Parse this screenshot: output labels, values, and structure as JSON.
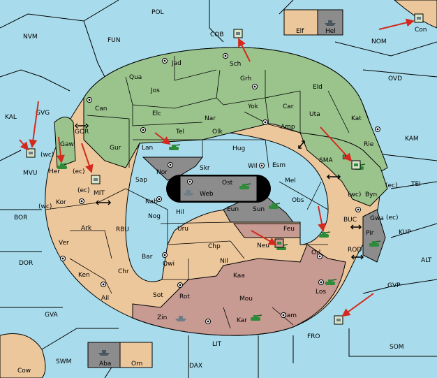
{
  "colors": {
    "sea": "#a8dcec",
    "neutral_land": "#ecc79c",
    "power_green": "#9bc48d",
    "power_red": "#c79a92",
    "power_grey": "#8c8c8c",
    "black_zone": "#000000",
    "orders_arrow": "#d42a1e",
    "unit_green": "#2e8b3a",
    "unit_grey": "#6f7d86"
  },
  "labels": {
    "POL": "POL",
    "FUN": "FUN",
    "NVM": "NVM",
    "COB": "COB",
    "Elf": "Elf",
    "Hel": "Hel",
    "Con": "Con",
    "NOM": "NOM",
    "OVD": "OVD",
    "KAL": "KAL",
    "GVG": "GVG",
    "MVU": "MVU",
    "wc1": "(wc)",
    "Gaw": "Gaw",
    "GOR": "GOR",
    "Her": "Her",
    "ec1": "(ec)",
    "MIT": "MIT",
    "ec2": "(ec)",
    "Kor": "Kor",
    "wc2": "(wc)",
    "BOR": "BOR",
    "Ark": "Ark",
    "Ver": "Ver",
    "RBU": "RBU",
    "DOR": "DOR",
    "Ken": "Ken",
    "Chr": "Chr",
    "Ail": "Ail",
    "GVA": "GVA",
    "Can": "Can",
    "Qua": "Qua",
    "Jad": "Jad",
    "Sch": "Sch",
    "Jos": "Jos",
    "Grh": "Grh",
    "Eld": "Eld",
    "Elc": "Elc",
    "Yok": "Yok",
    "Car": "Car",
    "Nar": "Nar",
    "Uta": "Uta",
    "Kat": "Kat",
    "Tel": "Tel",
    "Olk": "Olk",
    "Amp": "Amp",
    "Gur": "Gur",
    "Lan": "Lan",
    "Hug": "Hug",
    "Rie": "Rie",
    "KAM": "KAM",
    "Bri": "Bri",
    "Nor": "Nor",
    "Skr": "Skr",
    "Wil": "Wil",
    "Esm": "Esm",
    "SMA": "SMA",
    "Ost": "Ost",
    "Web": "Web",
    "Sap": "Sap",
    "Mel": "Mel",
    "wc3": "(wc)",
    "Byn": "Byn",
    "ec3": "(ec)",
    "TEI": "TEI",
    "Nab": "Nab",
    "Obs": "Obs",
    "Eun": "Eun",
    "Hil": "Hil",
    "Sun": "Sun",
    "Gwa": "Gwa",
    "ec4": "(ec)",
    "Nog": "Nog",
    "BUC": "BUC",
    "Pir": "Pir",
    "KUP": "KUP",
    "Uru": "Uru",
    "Feu": "Feu",
    "Chp": "Chp",
    "Neu": "Neu",
    "Orl": "Orl",
    "Bar": "Bar",
    "Qwi": "Qwi",
    "Nil": "Nil",
    "ROD": "ROD",
    "ALT": "ALT",
    "Kaa": "Kaa",
    "Los": "Los",
    "GVP": "GVP",
    "Rot": "Rot",
    "Sot": "Sot",
    "Mou": "Mou",
    "Zin": "Zin",
    "Kar": "Kar",
    "Sam": "Sam",
    "FRO": "FRO",
    "SOM": "SOM",
    "LIT": "LIT",
    "SWM": "SWM",
    "Aba": "Aba",
    "Orn": "Orn",
    "Cow": "Cow",
    "DAX": "DAX"
  },
  "icons": {
    "supply_center": "supply-center-icon",
    "army": "army-tank-icon",
    "fleet": "fleet-ship-icon",
    "dislodged": "dislodged-unit-icon",
    "order_arrow": "order-arrow-icon",
    "convoy_link": "double-arrow-icon"
  }
}
